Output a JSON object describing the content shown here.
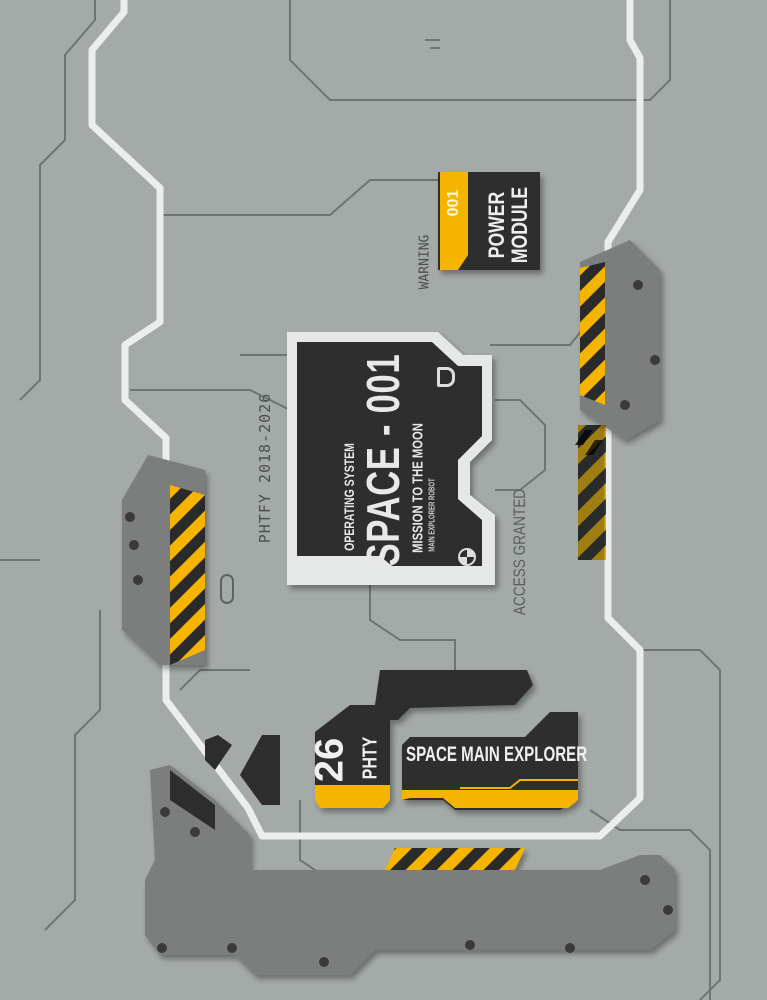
{
  "colors": {
    "background": "#a4aaa7",
    "frame": "#e8eae9",
    "panel": "#2f2f2f",
    "accent": "#f5b400",
    "plate": "#7b7d7d"
  },
  "side_text": {
    "copyright": "PHTFY 2018-2026",
    "warning": "WARNING",
    "access": "ACCESS GRANTED"
  },
  "power_module": {
    "number": "001",
    "line1": "POWER",
    "line2": "MODULE"
  },
  "main_panel": {
    "subtitle": "OPERATING SYSTEM",
    "title": "SPACE - 001",
    "mission": "MISSION TO THE MOON",
    "caption": "MAIN EXPLORER ROBOT",
    "logo_icon": "p-logo-icon",
    "badge_icon": "checker-circle-icon"
  },
  "bottom_panel": {
    "number": "26",
    "brand": "PHTY",
    "label": "SPACE MAIN EXPLORER"
  }
}
